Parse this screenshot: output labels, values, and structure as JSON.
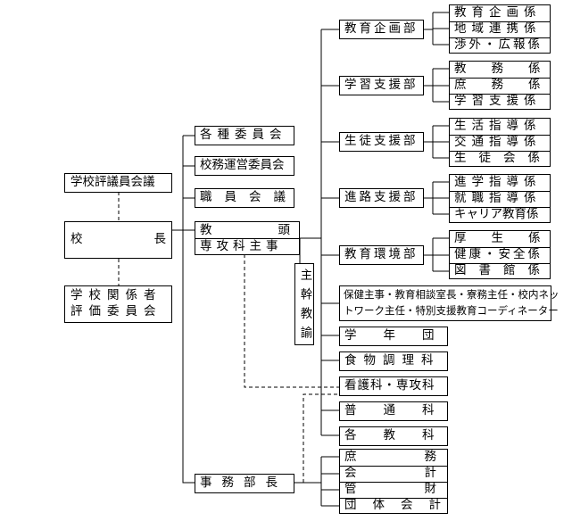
{
  "left": {
    "council": "学校評議員会議",
    "principal_left": "校",
    "principal_right": "長",
    "evaluation_line1": "学校関係者",
    "evaluation_line2": "評価委員会"
  },
  "committees": [
    "各種委員会",
    "校務運営委員会",
    "職員会議"
  ],
  "vice": {
    "line1_left": "教",
    "line1_right": "頭",
    "line2": "専攻科主事"
  },
  "chief_teacher": "主幹教諭",
  "office_head": "事務部長",
  "departments": [
    {
      "name": "教育企画部",
      "sections": [
        "教育企画係",
        "地域連携係",
        "渉外・広報係"
      ]
    },
    {
      "name": "学習支援部",
      "sections": [
        "教務係",
        "庶務係",
        "学習支援係"
      ]
    },
    {
      "name": "生徒支援部",
      "sections": [
        "生活指導係",
        "交通指導係",
        "生徒会係"
      ]
    },
    {
      "name": "進路支援部",
      "sections": [
        "進学指導係",
        "就職指導係",
        "キャリア教育係"
      ]
    },
    {
      "name": "教育環境部",
      "sections": [
        "厚生係",
        "健康・安全係",
        "図書館係"
      ]
    }
  ],
  "staff_roles": {
    "line1": "保健主事・教育相談室長・寮務主任・校内ネッ",
    "line2": "トワーク主任・特別支援教育コーディネーター"
  },
  "units": [
    "学年団",
    "食物調理科",
    "看護科・専攻科",
    "普通科",
    "各教科"
  ],
  "office_sections": [
    "庶務",
    "会計",
    "管財",
    "団体会計"
  ]
}
